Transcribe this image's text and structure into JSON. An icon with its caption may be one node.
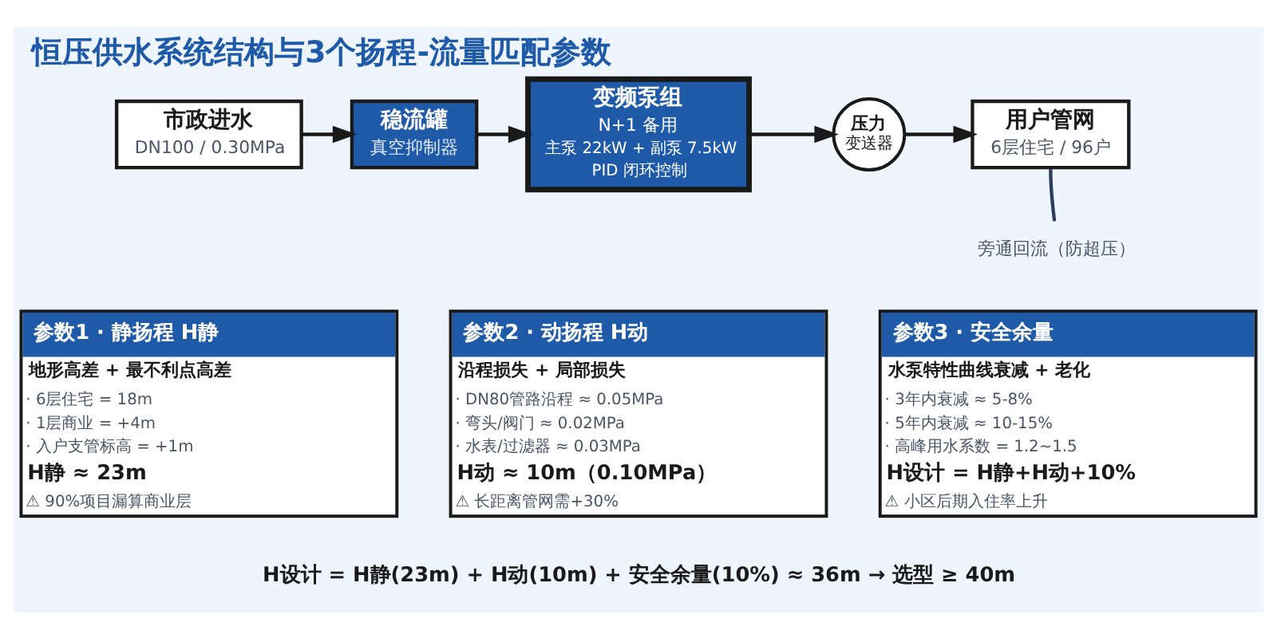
{
  "diagram": {
    "title": "恒压供水系统结构与3个扬程-流量匹配参数",
    "nodes": [
      {
        "text": [
          "市政进水",
          "DN100 / 0.30MPa"
        ]
      },
      {
        "text": [
          "稳流罐",
          "真空抑制器"
        ]
      },
      {
        "text": [
          "变频泵组",
          "N+1 备用",
          "主泵 22kW + 副泵 7.5kW",
          "PID 闭环控制"
        ]
      },
      {
        "text": [
          "压力",
          "变送器"
        ]
      },
      {
        "text": [
          "用户管网",
          "6层住宅 / 96户"
        ]
      },
      {
        "text": [
          "旁通回流（防超压）"
        ]
      },
      {
        "text": [
          "参数1 · 静扬程 H静",
          "地形高差 + 最不利点高差",
          "· 6层住宅 = 18m",
          "· 1层商业 = +4m",
          "· 入户支管标高 = +1m",
          "H静 ≈ 23m",
          "⚠ 90%项目漏算商业层"
        ]
      },
      {
        "text": [
          "参数2 · 动扬程 H动",
          "沿程损失 + 局部损失",
          "· DN80管路沿程 ≈ 0.05MPa",
          "· 弯头/阀门 ≈ 0.02MPa",
          "· 水表/过滤器 ≈ 0.03MPa",
          "H动 ≈ 10m（0.10MPa）",
          "⚠ 长距离管网需+30%"
        ]
      },
      {
        "text": [
          "参数3 · 安全余量",
          "水泵特性曲线衰减 + 老化",
          "· 3年内衰减 ≈ 5-8%",
          "· 5年内衰减 ≈ 10-15%",
          "· 高峰用水系数 = 1.2~1.5",
          "H设计 = H静+H动+10%",
          "⚠ 小区后期入住率上升"
        ]
      }
    ],
    "edges": [
      {
        "from": 0,
        "to": 1,
        "arrow": "to"
      },
      {
        "from": 1,
        "to": 2,
        "arrow": "to"
      },
      {
        "from": 2,
        "to": 3,
        "arrow": "to"
      },
      {
        "from": 3,
        "to": 4,
        "arrow": "to"
      },
      {
        "from": 4,
        "to": 5,
        "arrow": "none",
        "color": "#2b3f5c"
      }
    ],
    "labels": [
      "H设计 = H静(23m) + H动(10m) + 安全余量(10%) ≈ 36m → 选型 ≥ 40m"
    ]
  }
}
